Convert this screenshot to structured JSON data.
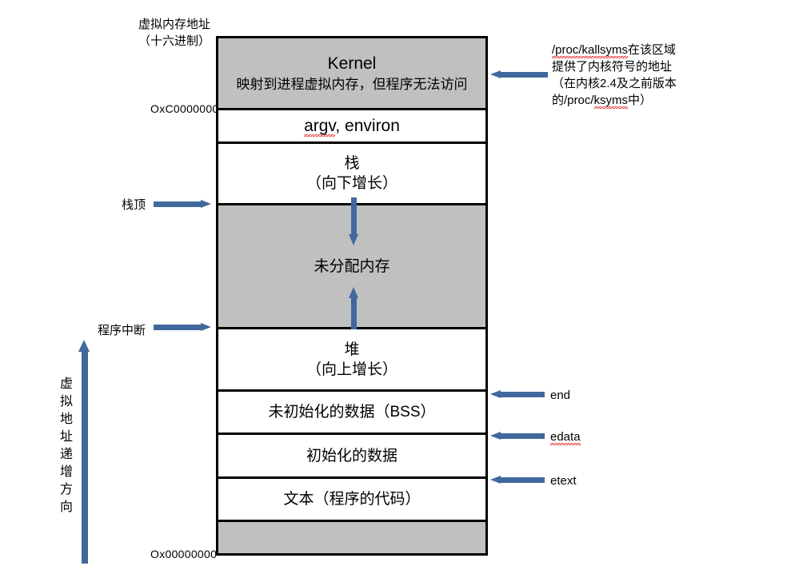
{
  "diagram": {
    "header_label": "虚拟内存地址\n（十六进制）",
    "vertical_label": "虚拟地址递增方向",
    "addresses": [
      {
        "name": "kernel-boundary",
        "text": "OxC0000000"
      },
      {
        "name": "zero-boundary",
        "text": "Ox00000000"
      }
    ],
    "segments": [
      {
        "id": "kernel",
        "title": "Kernel",
        "subtitle": "映射到进程虚拟内存，但程序无法访问",
        "fill": "#c0c0c0",
        "height": 90
      },
      {
        "id": "argv-environ",
        "title": "argv, environ",
        "subtitle": "",
        "fill": "#ffffff",
        "height": 42
      },
      {
        "id": "stack",
        "title": "栈",
        "subtitle": "（向下增长）",
        "fill": "#ffffff",
        "height": 77
      },
      {
        "id": "unallocated",
        "title": "未分配内存",
        "subtitle": "",
        "fill": "#c0c0c0",
        "height": 155
      },
      {
        "id": "heap",
        "title": "堆",
        "subtitle": "（向上增长）",
        "fill": "#ffffff",
        "height": 78
      },
      {
        "id": "bss",
        "title": "未初始化的数据（BSS）",
        "subtitle": "",
        "fill": "#ffffff",
        "height": 54
      },
      {
        "id": "data",
        "title": "初始化的数据",
        "subtitle": "",
        "fill": "#ffffff",
        "height": 55
      },
      {
        "id": "text",
        "title": "文本（程序的代码）",
        "subtitle": "",
        "fill": "#ffffff",
        "height": 54
      },
      {
        "id": "reserved",
        "title": "",
        "subtitle": "",
        "fill": "#c0c0c0",
        "height": 42
      }
    ],
    "left_callouts": [
      {
        "id": "stack-top",
        "text": "栈顶"
      },
      {
        "id": "program-break",
        "text": "程序中断"
      }
    ],
    "right_callouts": [
      {
        "id": "end",
        "text": "end"
      },
      {
        "id": "edata",
        "text": "edata"
      },
      {
        "id": "etext",
        "text": "etext"
      }
    ],
    "kernel_note": {
      "line1_a": "/proc/kallsyms",
      "line1_b": "在该区域",
      "line2": "提供了内核符号的地址",
      "line3": "（在内核2.4及之前版本",
      "line4_a": "的/proc/",
      "line4_b": "ksyms",
      "line4_c": "中）"
    },
    "colors": {
      "arrow": "#41689d",
      "segment_fill_gray": "#c0c0c0",
      "border": "#000000",
      "spellcheck": "#e02020"
    }
  }
}
